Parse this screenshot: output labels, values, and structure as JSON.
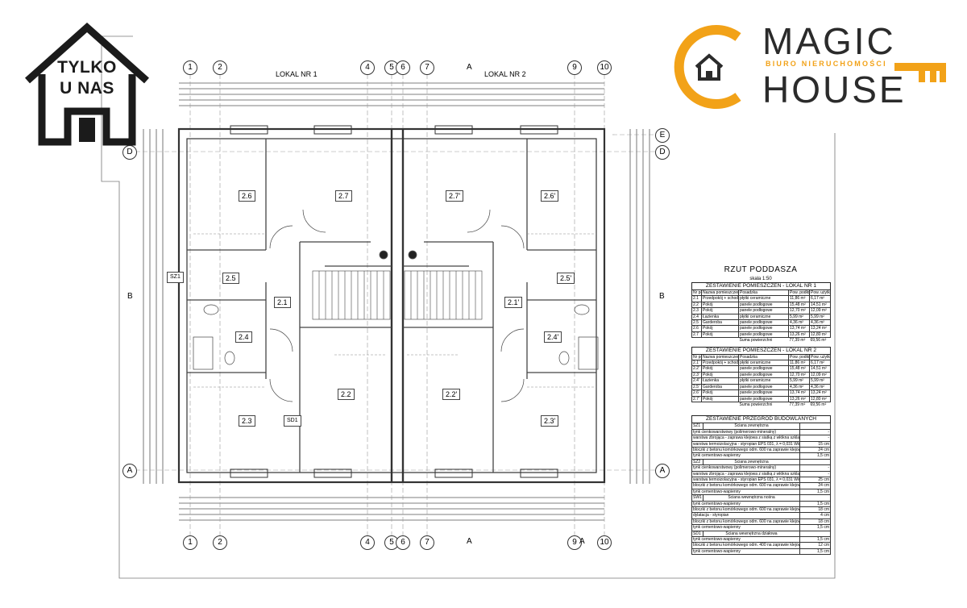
{
  "badge": {
    "line1": "TYLKO",
    "line2": "U NAS"
  },
  "brand": {
    "magic": "MAGIC",
    "biuro": "BIURO NIERUCHOMOŚCI",
    "house": "HOUSE",
    "accent": "#f2a218",
    "dark": "#2b2b2b"
  },
  "plan": {
    "title": "RZUT PODDASZA",
    "scale": "skala 1:50",
    "lokal1": "LOKAL NR 1",
    "lokal2": "LOKAL NR 2",
    "axes_top": [
      "1",
      "2",
      "4",
      "5",
      "6",
      "7",
      "9",
      "10"
    ],
    "axes_bottom": [
      "1",
      "2",
      "4",
      "5",
      "6",
      "7",
      "9",
      "10"
    ],
    "axes_side": [
      "E",
      "D",
      "A"
    ],
    "section_a": "A",
    "section_b": "B",
    "tags": [
      "SZ1",
      "SD1"
    ],
    "rooms": [
      "2.6",
      "2.7",
      "2.5",
      "2.1",
      "2.4",
      "2.2",
      "2.3",
      "2.7'",
      "2.6'",
      "2.5'",
      "2.1'",
      "2.4'",
      "2.2'",
      "2.3'"
    ]
  },
  "table1": {
    "title": "ZESTAWIENIE POMIESZCZEŃ - LOKAL NR 1",
    "headers": [
      "Nr pom.",
      "Nazwa pomieszczenia",
      "Posadzka",
      "Pow. podłogi",
      "Pow. użytkowa"
    ],
    "rows": [
      [
        "2.1",
        "Przedpokój + schody",
        "płytki ceramiczne",
        "11,86 m²",
        "6,17 m²"
      ],
      [
        "2.2",
        "Pokój",
        "panele podłogowe",
        "15,48 m²",
        "14,51 m²"
      ],
      [
        "2.3",
        "Pokój",
        "panele podłogowe",
        "12,70 m²",
        "12,09 m²"
      ],
      [
        "2.4",
        "Łazienka",
        "płytki ceramiczne",
        "5,99 m²",
        "5,99 m²"
      ],
      [
        "2.5",
        "Garderoba",
        "panele podłogowe",
        "4,36 m²",
        "4,36 m²"
      ],
      [
        "2.6",
        "Pokój",
        "panele podłogowe",
        "13,74 m²",
        "13,24 m²"
      ],
      [
        "2.7",
        "Pokój",
        "panele podłogowe",
        "13,26 m²",
        "12,80 m²"
      ]
    ],
    "sum_label": "Suma powierzchni",
    "sum": [
      "77,39 m²",
      "69,56 m²"
    ]
  },
  "table2": {
    "title": "ZESTAWIENIE POMIESZCZEŃ - LOKAL NR 2",
    "headers": [
      "Nr pom.",
      "Nazwa pomieszczenia",
      "Posadzka",
      "Pow. podłogi",
      "Pow. użytkowa"
    ],
    "rows": [
      [
        "2.1'",
        "Przedpokój + schody",
        "płytki ceramiczne",
        "11,86 m²",
        "6,17 m²"
      ],
      [
        "2.2'",
        "Pokój",
        "panele podłogowe",
        "15,48 m²",
        "14,51 m²"
      ],
      [
        "2.3'",
        "Pokój",
        "panele podłogowe",
        "12,70 m²",
        "12,09 m²"
      ],
      [
        "2.4'",
        "Łazienka",
        "płytki ceramiczne",
        "5,99 m²",
        "5,99 m²"
      ],
      [
        "2.5'",
        "Garderoba",
        "panele podłogowe",
        "4,36 m²",
        "4,36 m²"
      ],
      [
        "2.6'",
        "Pokój",
        "panele podłogowe",
        "13,74 m²",
        "13,24 m²"
      ],
      [
        "2.7'",
        "Pokój",
        "panele podłogowe",
        "13,26 m²",
        "12,80 m²"
      ]
    ],
    "sum_label": "Suma powierzchni",
    "sum": [
      "77,39 m²",
      "69,56 m²"
    ]
  },
  "table3": {
    "title": "ZESTAWIENIE PRZEGRÓD BUDOWLANYCH",
    "sections": [
      {
        "code": "SZ1",
        "name": "Ściana zewnętrzna",
        "rows": [
          [
            "tynk cienkowarstwowy (polimerowo-mineralny)",
            "-"
          ],
          [
            "warstwa zbrojąca - zaprawa klejowa z siatką z włókna szklanego",
            "-"
          ],
          [
            "warstwa termoizolacyjna - styropian EPS 031, λ = 0,031 W/mK",
            "15 cm"
          ],
          [
            "bloczki z betonu komórkowego odm. 600 na zaprawie klejowej",
            "24 cm"
          ],
          [
            "tynk cementowo-wapienny",
            "1,5 cm"
          ]
        ]
      },
      {
        "code": "SZ2",
        "name": "Ściana zewnętrzna",
        "rows": [
          [
            "tynk cienkowarstwowy (polimerowo-mineralny)",
            "-"
          ],
          [
            "warstwa zbrojąca - zaprawa klejowa z siatką z włókna szklanego",
            "-"
          ],
          [
            "warstwa termoizolacyjna - styropian EPS 031, λ = 0,031 W/mK",
            "25 cm"
          ],
          [
            "bloczki z betonu komórkowego odm. 600 na zaprawie klejowej",
            "24 cm"
          ],
          [
            "tynk cementowo-wapienny",
            "1,5 cm"
          ]
        ]
      },
      {
        "code": "SW1",
        "name": "Ściana wewnętrzna nośna",
        "rows": [
          [
            "tynk cementowo-wapienny",
            "1,5 cm"
          ],
          [
            "bloczki z betonu komórkowego odm. 600 na zaprawie klejowej",
            "18 cm"
          ],
          [
            "dylatacja - styropian",
            "4 cm"
          ],
          [
            "bloczki z betonu komórkowego odm. 600 na zaprawie klejowej",
            "18 cm"
          ],
          [
            "tynk cementowo-wapienny",
            "1,5 cm"
          ]
        ]
      },
      {
        "code": "SD1",
        "name": "Ściana wewnętrzna działowa",
        "rows": [
          [
            "tynk cementowo-wapienny",
            "1,5 cm"
          ],
          [
            "bloczki z betonu komórkowego odm. 400 na zaprawie klejowej",
            "12 cm"
          ],
          [
            "tynk cementowo-wapienny",
            "1,5 cm"
          ]
        ]
      }
    ]
  }
}
